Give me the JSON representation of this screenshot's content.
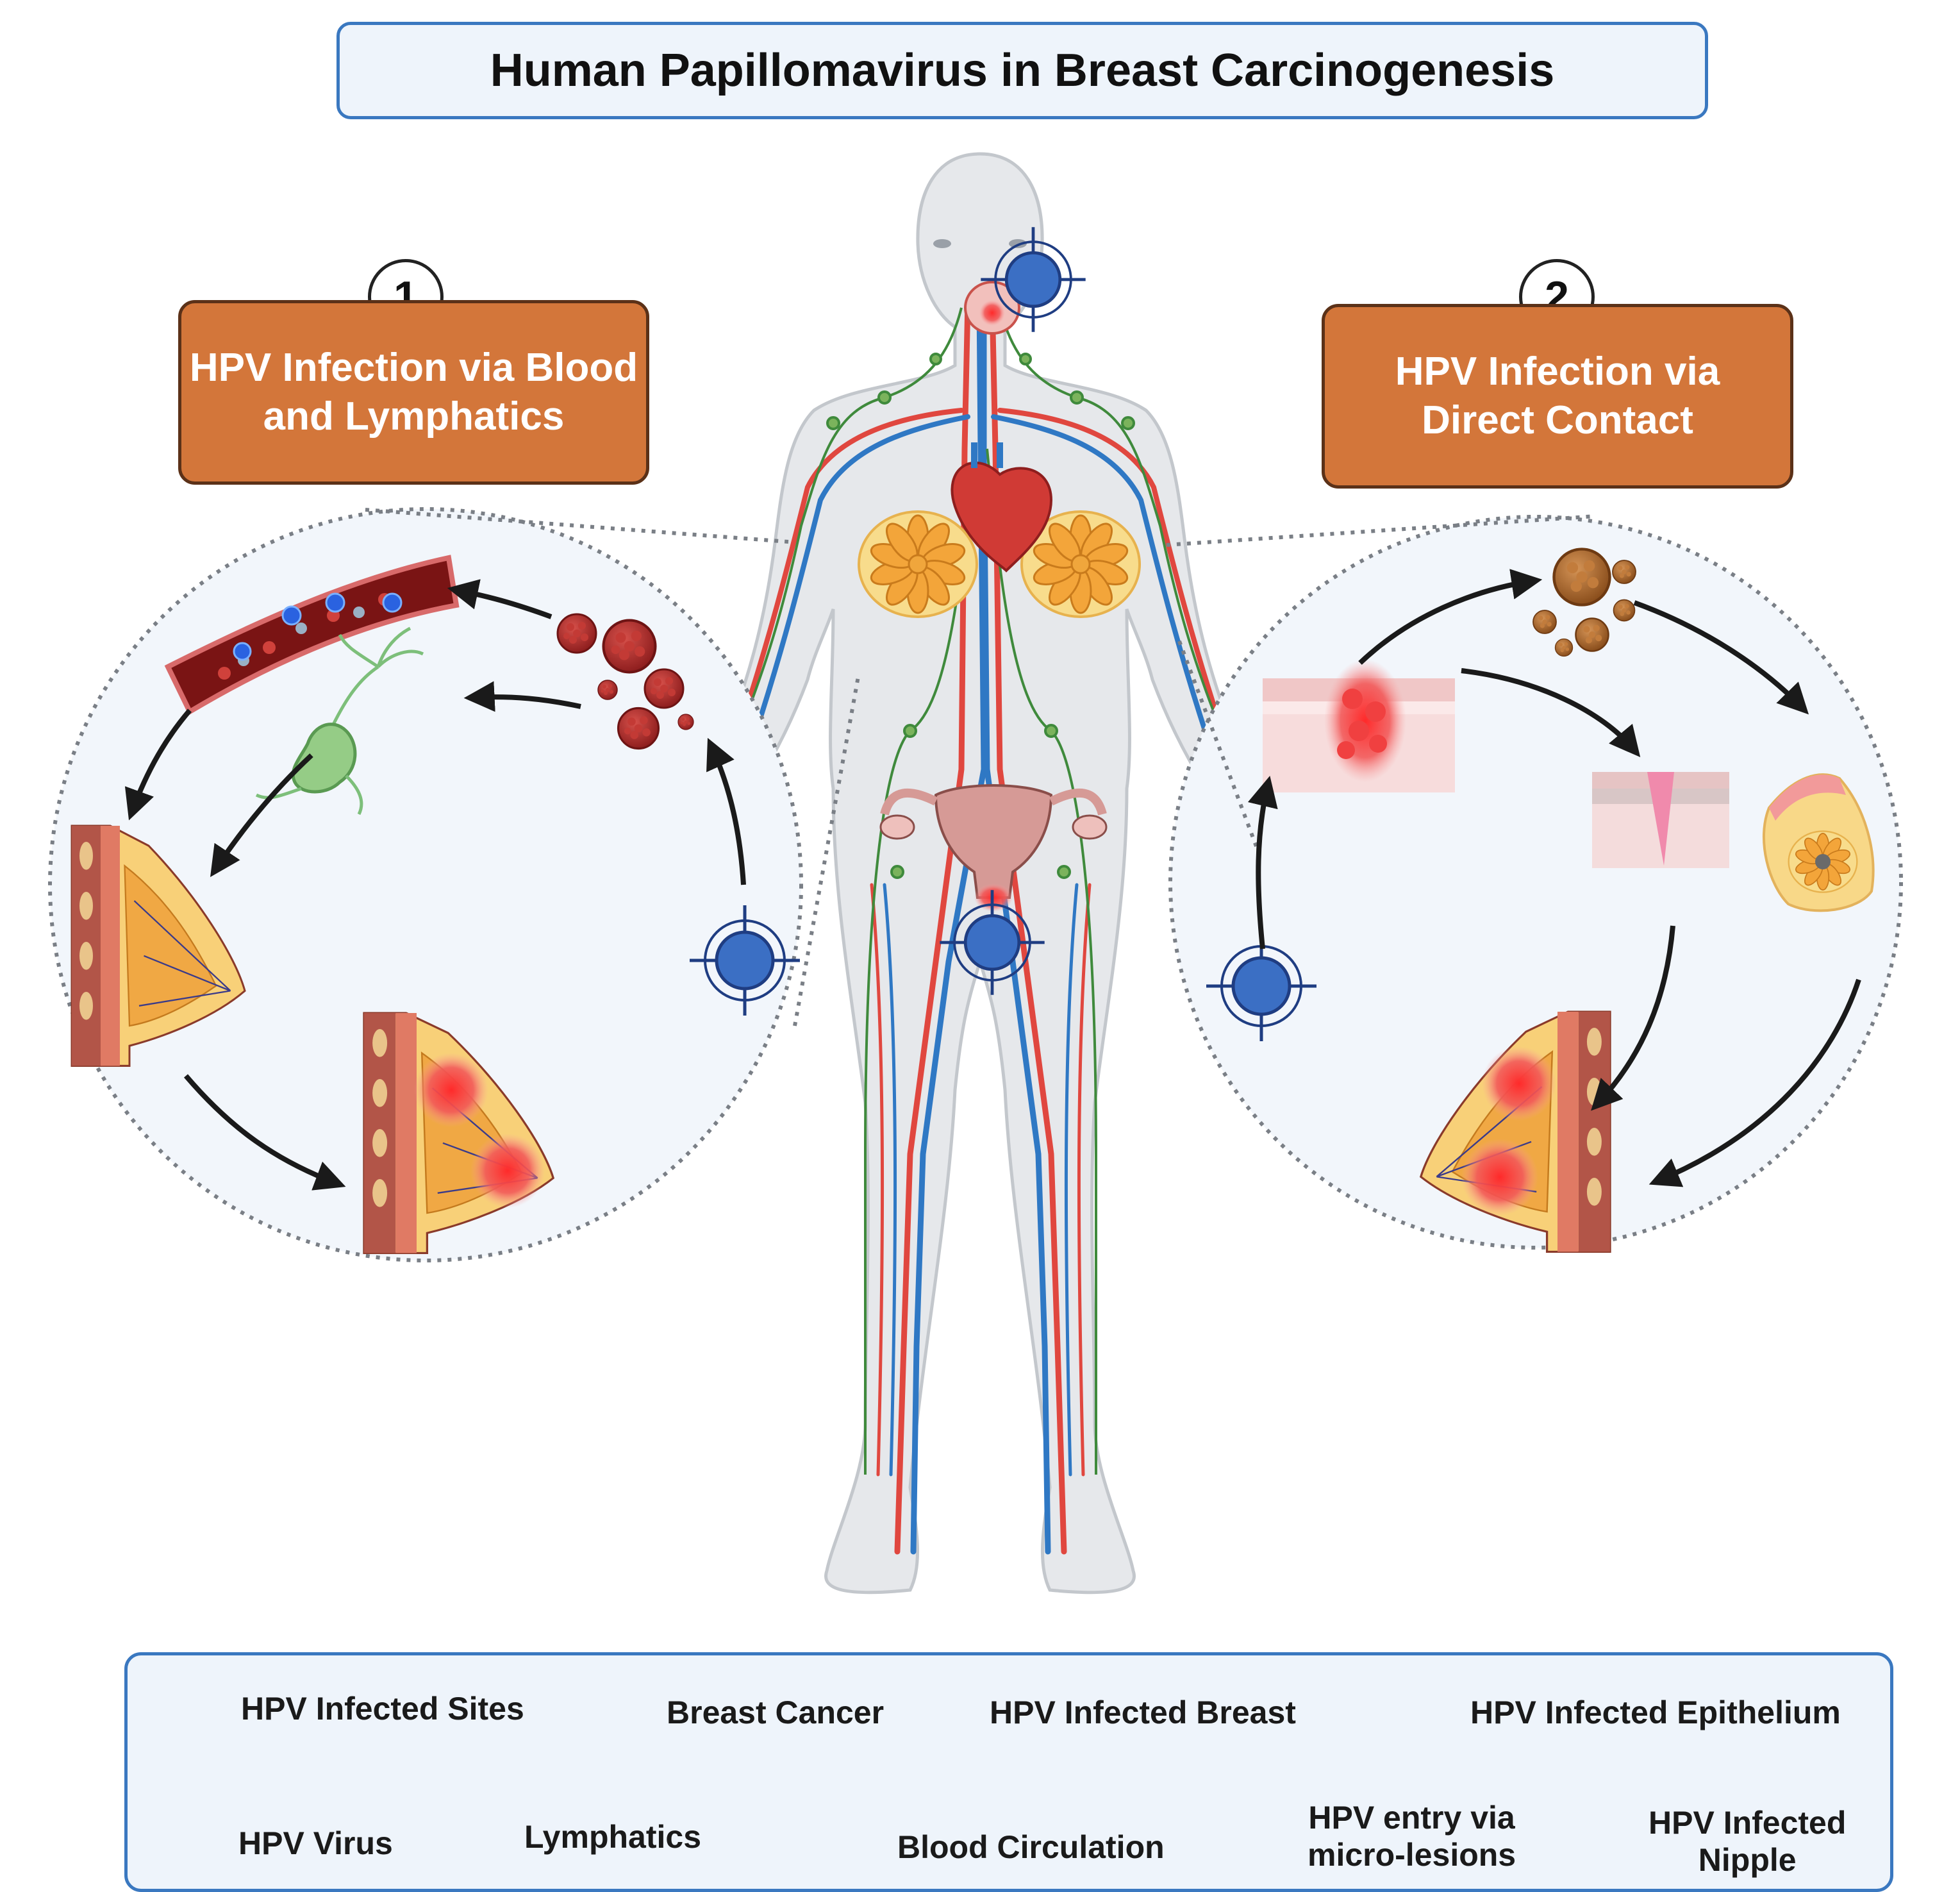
{
  "title": "Human Papillomavirus in Breast Carcinogenesis",
  "pathways": [
    {
      "number": "1",
      "label_line1": "HPV Infection via Blood",
      "label_line2": "and Lymphatics"
    },
    {
      "number": "2",
      "label_line1": "HPV Infection via",
      "label_line2": "Direct Contact"
    }
  ],
  "legend": {
    "items": [
      {
        "label": "HPV Infected Sites",
        "icon": "target-icon"
      },
      {
        "label": "Breast Cancer",
        "icon": "breast-cancer-icon"
      },
      {
        "label": "HPV Infected Breast",
        "icon": "infected-breast-icon"
      },
      {
        "label": "HPV Infected Epithelium",
        "icon": "infected-epithelium-icon"
      },
      {
        "label": "HPV Virus",
        "icon": "virus-icon"
      },
      {
        "label": "Lymphatics",
        "icon": "lymphatic-cell-icon"
      },
      {
        "label": "Blood Circulation",
        "icon": "blood-vessel-icon"
      },
      {
        "label_line1": "HPV entry via",
        "label_line2": "micro-lesions",
        "icon": "micro-lesion-icon"
      },
      {
        "label_line1": "HPV Infected",
        "label_line2": "Nipple",
        "icon": "infected-nipple-icon"
      }
    ]
  },
  "colors": {
    "title_border": "#3a78c0",
    "pathway_box": "#d3763a",
    "target_blue": "#3b6fc4",
    "virus_red": "#b52a2a",
    "artery_red": "#e0473f",
    "vein_blue": "#2f78c4",
    "lymph_green": "#3f8a3c"
  }
}
